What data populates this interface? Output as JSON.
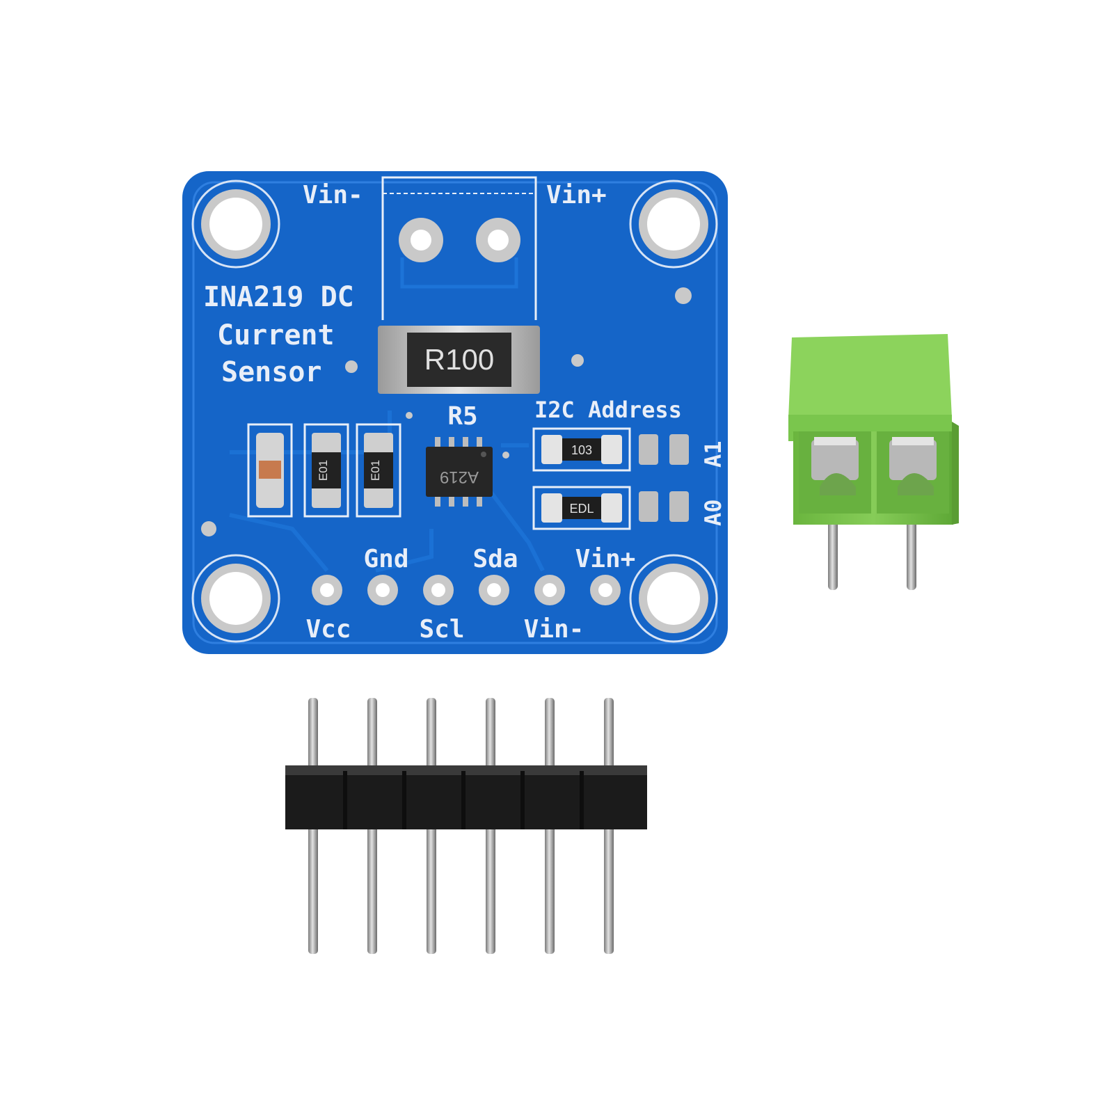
{
  "board": {
    "color": "#1565c8",
    "title_line1": "INA219 DC",
    "title_line2": "Current",
    "title_line3": "Sensor",
    "top_left_label": "Vin-",
    "top_right_label": "Vin+",
    "shunt_marking": "R100",
    "ic_ref": "R5",
    "ic_marking": "A219",
    "i2c_label": "I2C Address",
    "addr_resistor_1": "103",
    "addr_resistor_2": "EDL",
    "jumper_a1": "A1",
    "jumper_a0": "A0",
    "cap_marking": "E01",
    "pins_top": [
      "Gnd",
      "Sda",
      "Vin+"
    ],
    "pins_bottom": [
      "Vcc",
      "Scl",
      "Vin-"
    ]
  },
  "terminal_block": {
    "color": "#78c24a"
  },
  "pin_header": {
    "pin_count": 6
  }
}
